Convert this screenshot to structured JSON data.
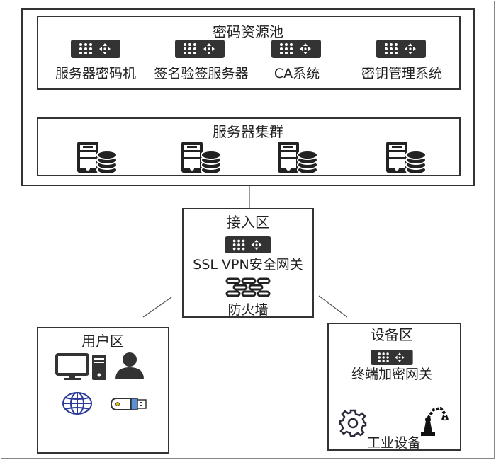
{
  "resource_pool": {
    "title": "密码资源池",
    "devices": [
      "服务器密码机",
      "签名验签服务器",
      "CA系统",
      "密钥管理系统"
    ]
  },
  "server_cluster": {
    "title": "服务器集群",
    "server_count": 4
  },
  "access_zone": {
    "title": "接入区",
    "gateway": "SSL VPN安全网关",
    "firewall": "防火墙"
  },
  "user_zone": {
    "title": "用户区",
    "icons": [
      "desktop-computer-icon",
      "user-icon",
      "globe-icon",
      "usb-key-icon"
    ]
  },
  "device_zone": {
    "title": "设备区",
    "gateway": "终端加密网关",
    "industrial": "工业设备",
    "icons": [
      "gear-icon",
      "robot-arm-icon"
    ]
  },
  "colors": {
    "icon_dark": "#333333",
    "globe": "#2b3a9a",
    "usb_blue": "#5b8fd6",
    "usb_dot": "#e0c000"
  }
}
